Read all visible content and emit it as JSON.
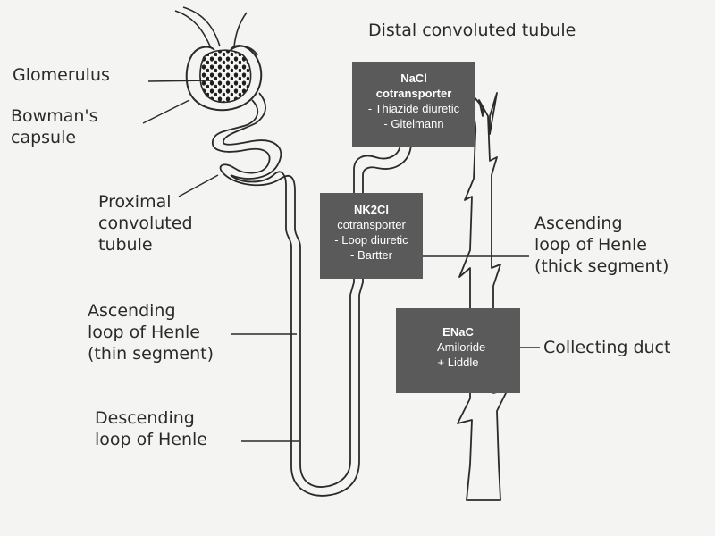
{
  "labels": {
    "glomerulus": "Glomerulus",
    "bowmans": [
      "Bowman's",
      "capsule"
    ],
    "proximal": [
      "Proximal",
      "convoluted",
      "tubule"
    ],
    "asc_thin": [
      "Ascending",
      "loop of Henle",
      "(thin segment)"
    ],
    "descending": [
      "Descending",
      "loop of Henle"
    ],
    "distal": "Distal convoluted tubule",
    "asc_thick": [
      "Ascending",
      "loop of Henle",
      "(thick segment)"
    ],
    "collecting": "Collecting duct"
  },
  "boxes": {
    "nacl": {
      "title": "NaCl",
      "subtitle": "cotransporter",
      "items": [
        "- Thiazide diuretic",
        "- Gitelmann"
      ]
    },
    "nk2cl": {
      "title": "NK2Cl",
      "subtitle": "cotransporter",
      "items": [
        "- Loop diuretic",
        "- Bartter"
      ]
    },
    "enac": {
      "title": "ENaC",
      "items": [
        "- Amiloride",
        "+ Liddle"
      ]
    }
  },
  "colors": {
    "box_bg": "#5a5a5a",
    "box_text": "#ffffff",
    "ink": "#2a2a2a",
    "paper": "#f4f4f2"
  }
}
